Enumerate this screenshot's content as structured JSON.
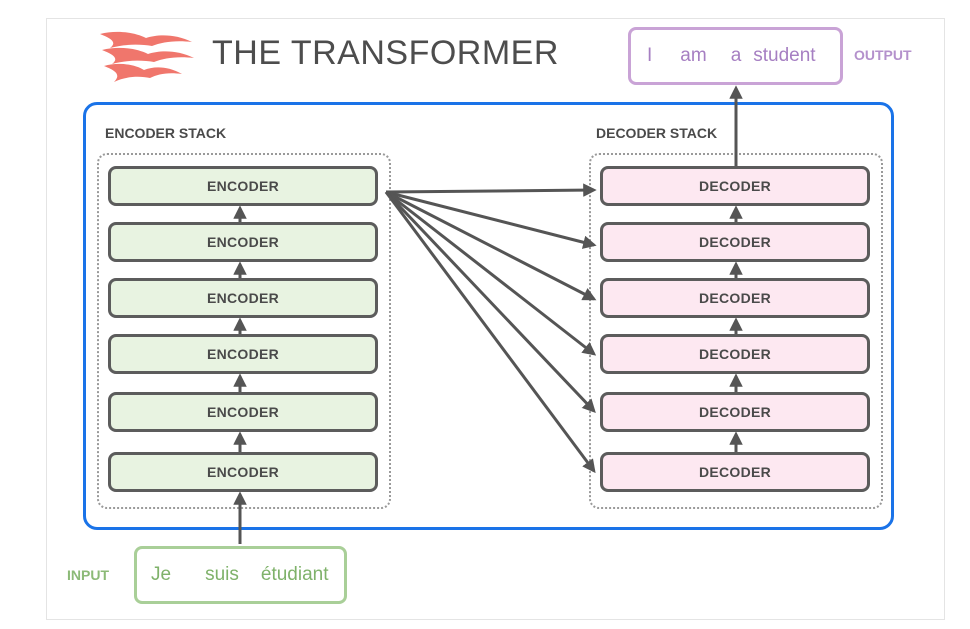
{
  "title": "THE TRANSFORMER",
  "encoder_stack": {
    "label": "ENCODER STACK",
    "blocks": [
      "ENCODER",
      "ENCODER",
      "ENCODER",
      "ENCODER",
      "ENCODER",
      "ENCODER"
    ]
  },
  "decoder_stack": {
    "label": "DECODER STACK",
    "blocks": [
      "DECODER",
      "DECODER",
      "DECODER",
      "DECODER",
      "DECODER",
      "DECODER"
    ]
  },
  "input": {
    "label": "INPUT",
    "words": [
      "Je",
      "suis",
      "étudiant"
    ]
  },
  "output": {
    "label": "OUTPUT",
    "words": [
      "I",
      "am",
      "a",
      "student"
    ]
  },
  "colors": {
    "outer_border": "#1a73e8",
    "encoder_fill": "#e8f3e1",
    "decoder_fill": "#fde8f1",
    "input_accent": "#8cba77",
    "output_accent": "#b491cc",
    "logo": "#f0766c"
  },
  "icons": {
    "logo": "transformer-flame-logo"
  }
}
